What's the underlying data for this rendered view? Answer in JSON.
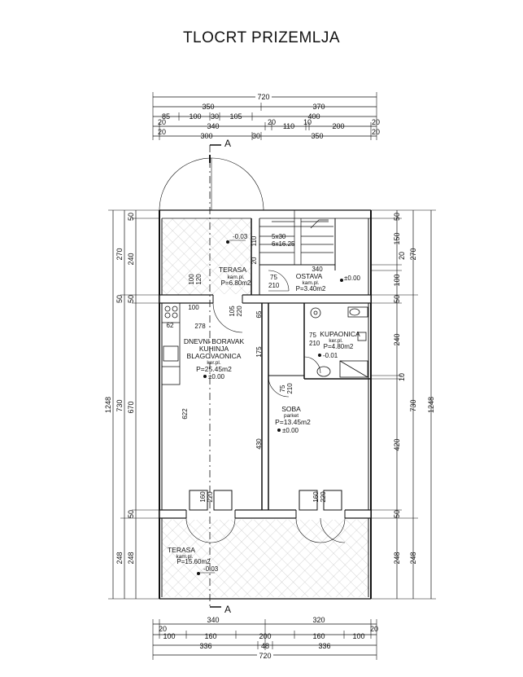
{
  "title": "TLOCRT PRIZEMLJA",
  "section_marker": "A",
  "dims_top": {
    "row1": [
      "720"
    ],
    "row2": [
      "350",
      "370"
    ],
    "row3": [
      "85",
      "100",
      "30",
      "105",
      "400"
    ],
    "row4": [
      "20",
      "340",
      "20",
      "110",
      "10",
      "200",
      "20"
    ],
    "row5": [
      "20",
      "300",
      "30",
      "350",
      "20"
    ]
  },
  "dims_bottom": {
    "row1": [
      "340",
      "320"
    ],
    "row2": [
      "20",
      "20"
    ],
    "row3": [
      "100",
      "160",
      "200",
      "160",
      "100"
    ],
    "row4": [
      "336",
      "48",
      "336"
    ],
    "row5": [
      "720"
    ]
  },
  "dims_left": {
    "outer": [
      "1248"
    ],
    "mid": [
      "270",
      "50",
      "730",
      "248"
    ],
    "inner": [
      "50",
      "240",
      "50",
      "670",
      "50",
      "248"
    ]
  },
  "dims_right": {
    "inner": [
      "50",
      "150",
      "20",
      "100",
      "50",
      "240",
      "10",
      "420",
      "50",
      "248"
    ],
    "mid": [
      "270",
      "730",
      "248"
    ],
    "outer": [
      "1248"
    ]
  },
  "rooms": {
    "terasa_top": {
      "name": "TERASA",
      "floor": "kam.pl.",
      "area": "P=6.80m2",
      "level": "-0.03"
    },
    "ostava": {
      "name": "OSTAVA",
      "floor": "kam.pl.",
      "area": "P=3.40m2",
      "level": "±0.00"
    },
    "dnevni": {
      "line1": "DNEVNI BORAVAK",
      "line2": "KUHINJA",
      "line3": "BLAGOVAONICA",
      "floor": "ker.pl.",
      "area": "P=25.45m2",
      "level": "±0.00"
    },
    "kupaonica": {
      "name": "KUPAONICA",
      "floor": "ker.pl.",
      "area": "P=4.80m2",
      "level": "-0.01"
    },
    "soba": {
      "name": "SOBA",
      "floor": "parket",
      "area": "P=13.45m2",
      "level": "±0.00"
    },
    "terasa_bottom": {
      "name": "TERASA",
      "floor": "kam.pl.",
      "area": "P=15.60m2",
      "level": "-0.03"
    }
  },
  "openings": {
    "door_terasa": [
      "100",
      "120"
    ],
    "door_dnevni": [
      "105",
      "220"
    ],
    "win_65": "65",
    "win_100": "100",
    "win_62": "62",
    "dim_278": "278",
    "dim_622": "622",
    "dim_175": "175",
    "dim_430": "430",
    "door_ostava": [
      "75",
      "210"
    ],
    "door_kup": [
      "75",
      "210"
    ],
    "door_soba": [
      "75",
      "210"
    ],
    "door_bottom_left": [
      "160",
      "220"
    ],
    "door_bottom_right": [
      "160",
      "220"
    ],
    "stairs": [
      "5x30",
      "6x16.25"
    ],
    "stair_dims": [
      "110",
      "20"
    ],
    "ostava_dim": "340"
  }
}
